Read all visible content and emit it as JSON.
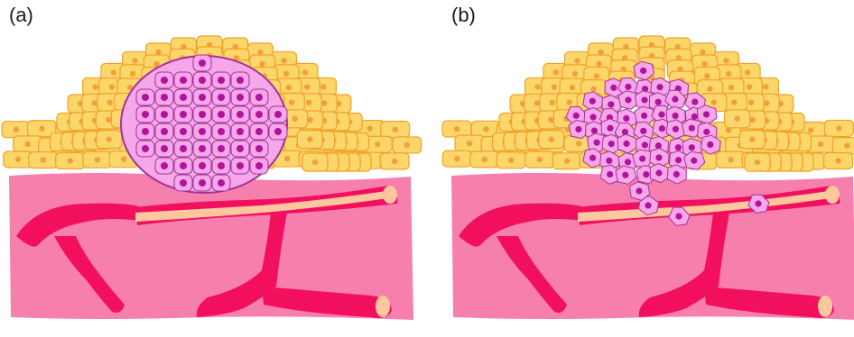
{
  "panels": [
    {
      "label": "(a)",
      "state": "encapsulated tumor mass"
    },
    {
      "label": "(b)",
      "state": "invasive cells entering vessel"
    }
  ],
  "colors": {
    "tissue": "#f77fae",
    "vessel": "#f2105e",
    "vessel_lumen": "#ffc79d",
    "epithelium_cell": "#fbd66b",
    "epithelium_outline": "#f0a22a",
    "epithelium_nucleus": "#f4a03a",
    "tumor_cell": "#f5a7ea",
    "tumor_outline": "#a33398",
    "tumor_nucleus": "#b0149c"
  }
}
